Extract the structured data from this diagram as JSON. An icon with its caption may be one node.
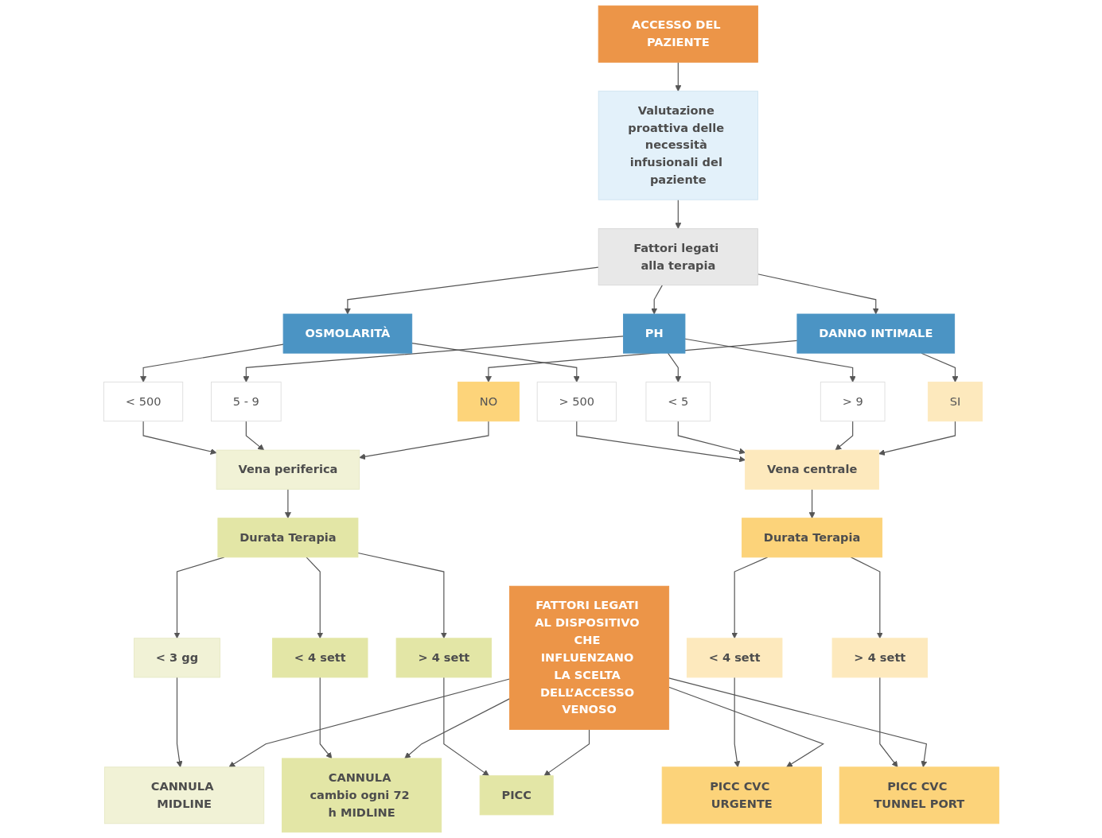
{
  "diagram": {
    "nodes": [
      {
        "text": [
          "ACCESSO DEL PAZIENTE"
        ]
      },
      {
        "text": [
          "Valutazione proattiva delle necessità infusionali del paziente"
        ]
      },
      {
        "text": [
          "Fattori legati alla terapia"
        ]
      },
      {
        "text": [
          "OSMOLARITÀ"
        ]
      },
      {
        "text": [
          "PH"
        ]
      },
      {
        "text": [
          "DANNO INTIMALE"
        ]
      },
      {
        "text": [
          "< 500"
        ]
      },
      {
        "text": [
          "> 500"
        ]
      },
      {
        "text": [
          "< 5"
        ]
      },
      {
        "text": [
          "5 - 9"
        ]
      },
      {
        "text": [
          "> 9"
        ]
      },
      {
        "text": [
          "NO"
        ]
      },
      {
        "text": [
          "SI"
        ]
      },
      {
        "text": [
          "Vena periferica"
        ]
      },
      {
        "text": [
          "Vena centrale"
        ]
      },
      {
        "text": [
          "Durata Terapia"
        ]
      },
      {
        "text": [
          "Durata Terapia"
        ]
      },
      {
        "text": [
          "< 3 gg"
        ]
      },
      {
        "text": [
          "< 4 sett"
        ]
      },
      {
        "text": [
          "> 4 sett"
        ]
      },
      {
        "text": [
          "< 4 sett"
        ]
      },
      {
        "text": [
          "> 4 sett"
        ]
      },
      {
        "text": [
          "CANNULA MIDLINE"
        ]
      },
      {
        "text": [
          "CANNULA cambio ogni 72 h MIDLINE"
        ]
      },
      {
        "text": [
          "PICC"
        ]
      },
      {
        "text": [
          "PICC CVC URGENTE"
        ]
      },
      {
        "text": [
          "PICC CVC TUNNEL PORT"
        ]
      },
      {
        "text": [
          "FATTORI LEGATI AL DISPOSITIVO CHE INFLUENZANO LA SCELTA DELL’ACCESSO VENOSO"
        ]
      }
    ],
    "edges": [
      {
        "from": 0,
        "to": 1,
        "arrow": "to"
      },
      {
        "from": 1,
        "to": 2,
        "arrow": "to"
      },
      {
        "from": 2,
        "to": 3,
        "arrow": "to"
      },
      {
        "from": 2,
        "to": 4,
        "arrow": "to"
      },
      {
        "from": 2,
        "to": 5,
        "arrow": "to"
      },
      {
        "from": 3,
        "to": 6,
        "arrow": "to"
      },
      {
        "from": 3,
        "to": 7,
        "arrow": "to"
      },
      {
        "from": 4,
        "to": 8,
        "arrow": "to"
      },
      {
        "from": 4,
        "to": 9,
        "arrow": "to"
      },
      {
        "from": 4,
        "to": 10,
        "arrow": "to"
      },
      {
        "from": 5,
        "to": 11,
        "arrow": "to"
      },
      {
        "from": 5,
        "to": 12,
        "arrow": "to"
      },
      {
        "from": 6,
        "to": 13,
        "arrow": "to"
      },
      {
        "from": 7,
        "to": 14,
        "arrow": "to"
      },
      {
        "from": 8,
        "to": 14,
        "arrow": "to"
      },
      {
        "from": 9,
        "to": 13,
        "arrow": "to"
      },
      {
        "from": 10,
        "to": 14,
        "arrow": "to"
      },
      {
        "from": 11,
        "to": 13,
        "arrow": "to"
      },
      {
        "from": 12,
        "to": 14,
        "arrow": "to"
      },
      {
        "from": 13,
        "to": 15,
        "arrow": "to"
      },
      {
        "from": 14,
        "to": 16,
        "arrow": "to"
      },
      {
        "from": 15,
        "to": 17,
        "arrow": "to"
      },
      {
        "from": 15,
        "to": 18,
        "arrow": "to"
      },
      {
        "from": 15,
        "to": 19,
        "arrow": "to"
      },
      {
        "from": 16,
        "to": 20,
        "arrow": "to"
      },
      {
        "from": 16,
        "to": 21,
        "arrow": "to"
      },
      {
        "from": 17,
        "to": 22,
        "arrow": "to"
      },
      {
        "from": 18,
        "to": 23,
        "arrow": "to"
      },
      {
        "from": 19,
        "to": 24,
        "arrow": "to"
      },
      {
        "from": 20,
        "to": 25,
        "arrow": "to"
      },
      {
        "from": 21,
        "to": 26,
        "arrow": "to"
      },
      {
        "from": 27,
        "to": 22,
        "arrow": "to"
      },
      {
        "from": 27,
        "to": 23,
        "arrow": "to"
      },
      {
        "from": 27,
        "to": 24,
        "arrow": "to"
      },
      {
        "from": 27,
        "to": 25,
        "arrow": "to"
      },
      {
        "from": 27,
        "to": 26,
        "arrow": "to"
      }
    ]
  }
}
